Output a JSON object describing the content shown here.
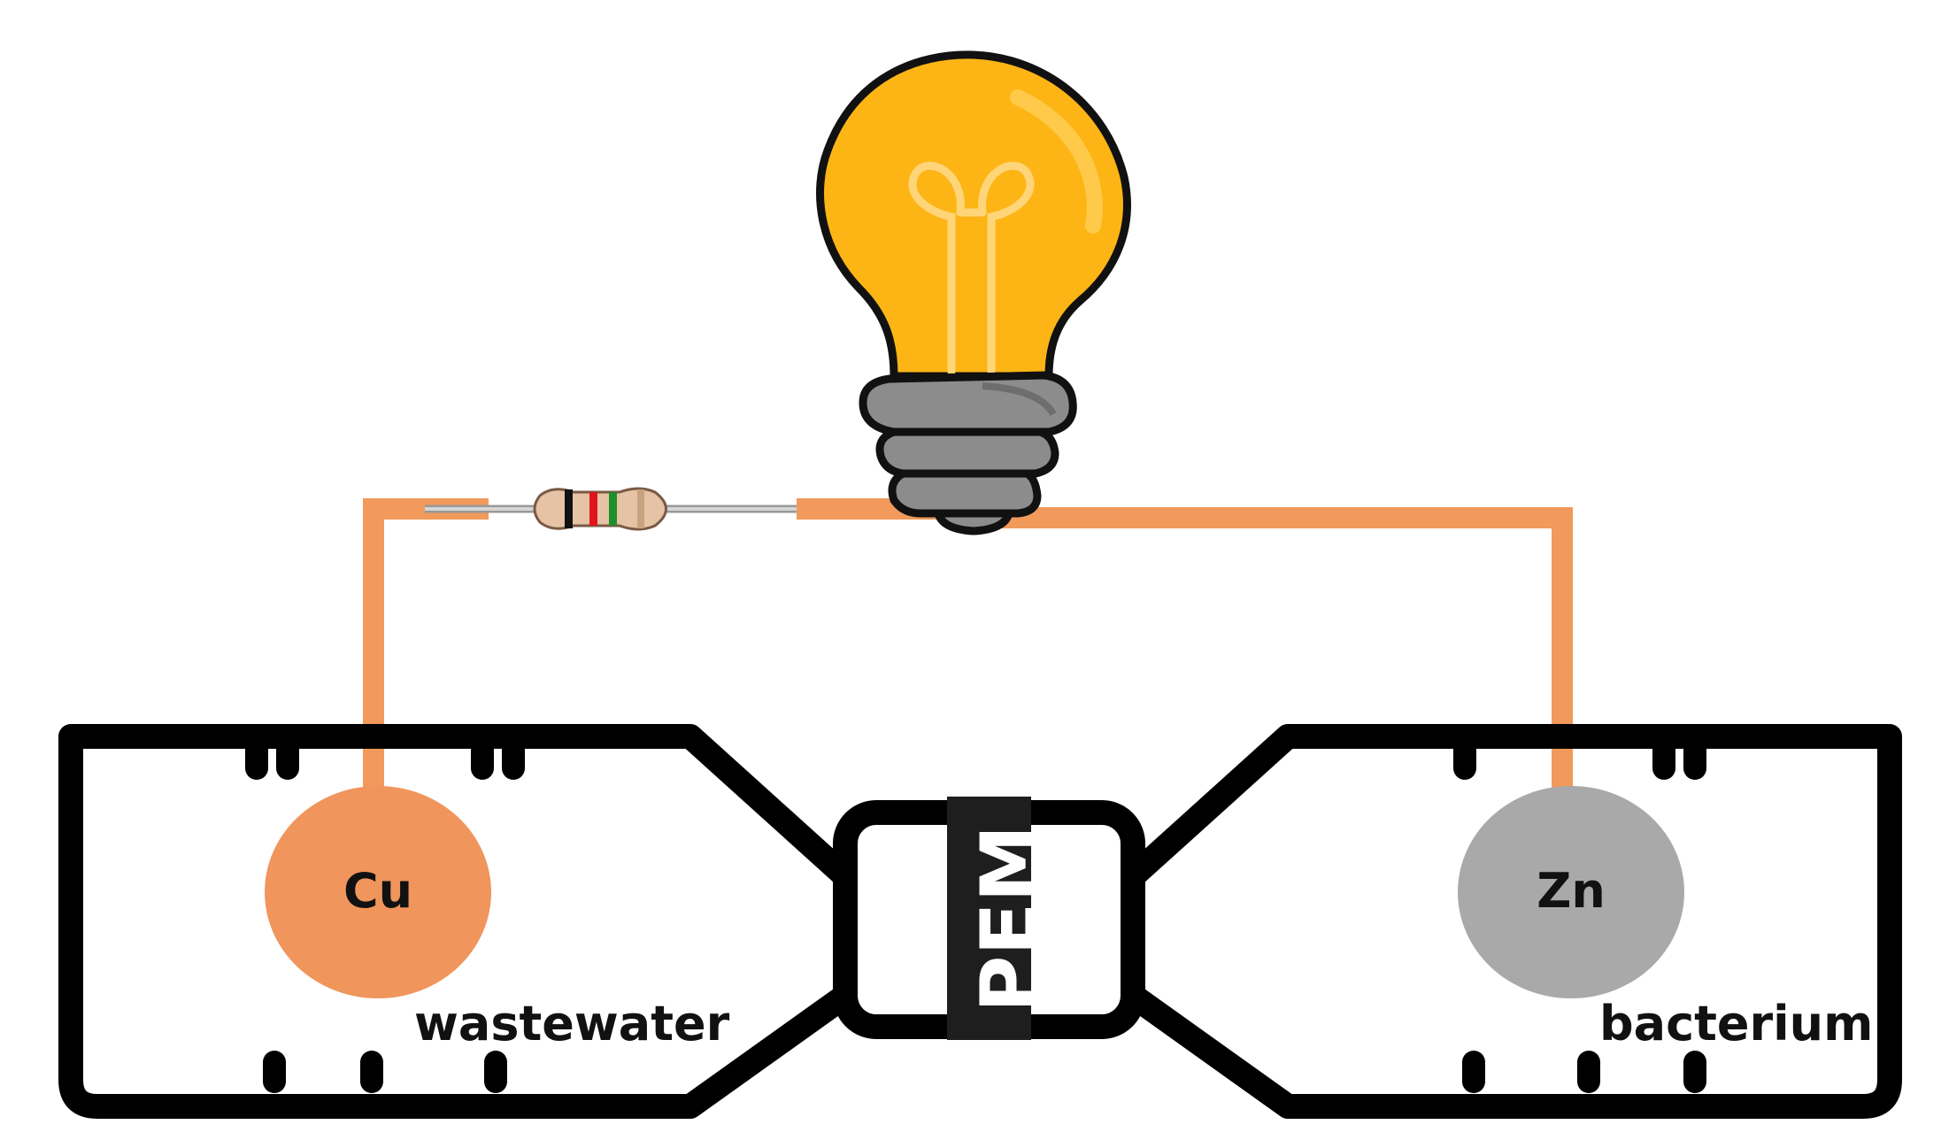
{
  "labels": {
    "cu": "Cu",
    "zn": "Zn",
    "wastewater": "wastewater",
    "bacterium": "bacterium",
    "pem": "PEM"
  },
  "colors": {
    "wire": "#F19A5B",
    "cu_electrode": "#F0955C",
    "zn_electrode": "#A9A9A9",
    "vessel_outline": "#000000",
    "pem_band": "#1E1E1E",
    "bulb_glass": "#FDB515",
    "bulb_base": "#8C8C8C"
  },
  "icons": {
    "bulb": "light-bulb-icon",
    "resistor": "resistor-icon"
  }
}
